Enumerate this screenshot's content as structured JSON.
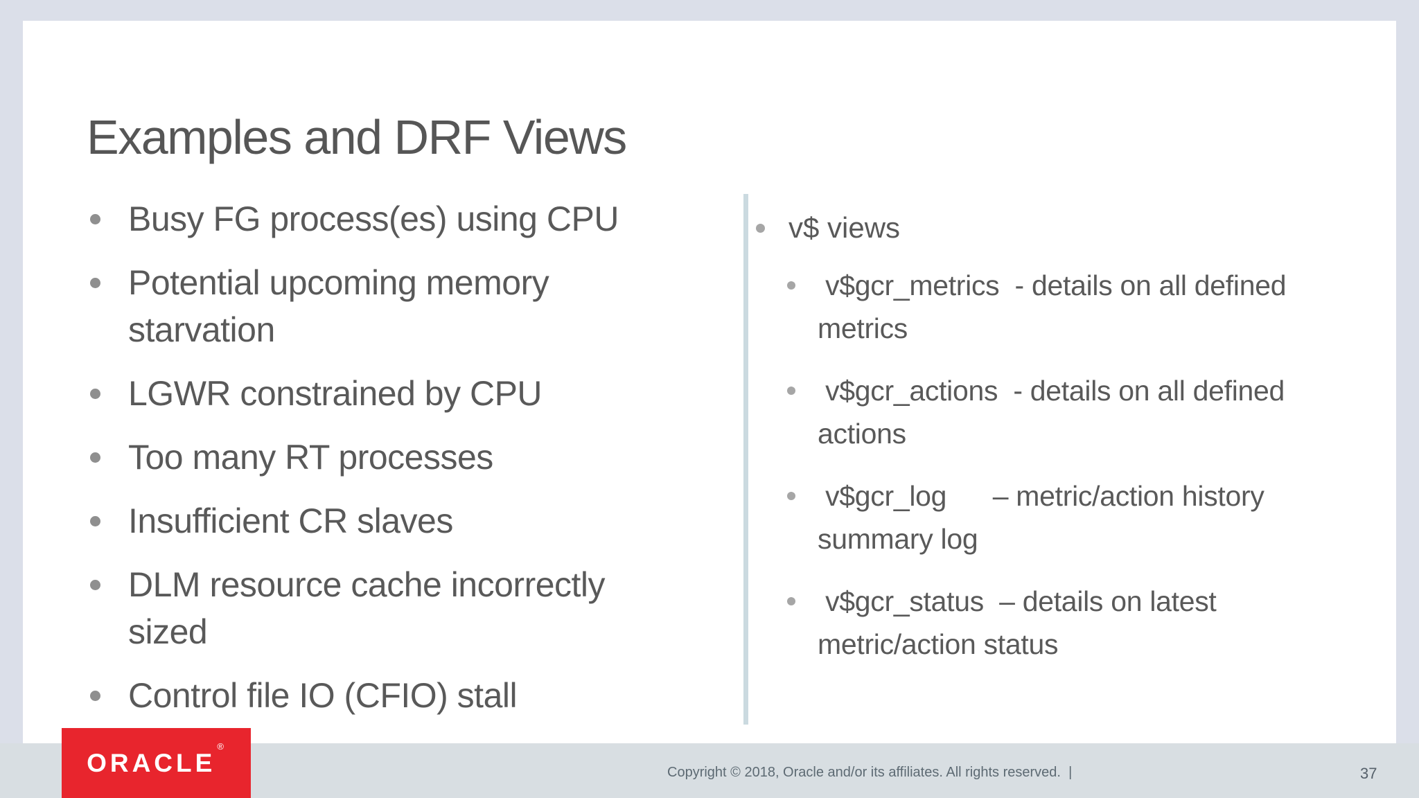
{
  "slide": {
    "title": "Examples and DRF Views",
    "left_bullets": [
      "Busy FG process(es) using CPU",
      "Potential upcoming memory\nstarvation",
      "LGWR constrained by CPU",
      "Too many RT processes",
      "Insufficient CR slaves",
      "DLM resource cache incorrectly\nsized",
      "Control file IO (CFIO) stall"
    ],
    "right_heading": "v$ views",
    "right_items": [
      " v$gcr_metrics  - details on all defined\nmetrics",
      " v$gcr_actions  - details on all defined\nactions",
      " v$gcr_log      – metric/action history\nsummary log",
      " v$gcr_status  – details on latest\nmetric/action status"
    ]
  },
  "footer": {
    "logo": "ORACLE",
    "registered_mark": "®",
    "copyright": "Copyright © 2018, Oracle and/or its affiliates. All rights reserved.  |",
    "page_number": "37"
  },
  "colors": {
    "background": "#dbdfe9",
    "footer_band": "#d8dee2",
    "slide_background": "#ffffff",
    "text_gray": "#595959",
    "bullet_gray_left": "#8f8f8f",
    "bullet_gray_right": "#a6a6a6",
    "divider_blue_gray": "#cbdae0",
    "oracle_red": "#e8252d",
    "footer_text": "#5d6a73"
  }
}
